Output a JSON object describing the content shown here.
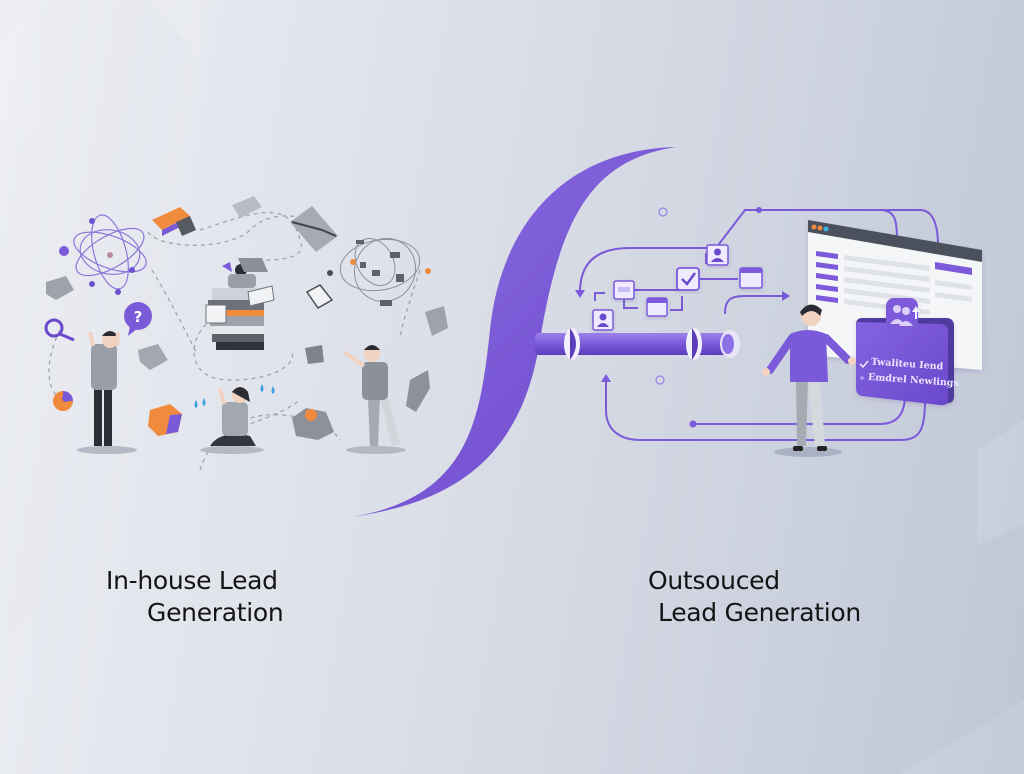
{
  "captions": {
    "left": {
      "line1": "In-house Lead",
      "line2": "Generation"
    },
    "right": {
      "line1": "Outsouced",
      "line2": "Lead Generation"
    }
  },
  "card": {
    "item1": "Twaliteu Iend",
    "item2": "Emdrel Newlings"
  },
  "colors": {
    "accent_purple": "#7b5ad9",
    "accent_orange": "#f08a3c",
    "background": "#dfe2ea",
    "text": "#141414"
  },
  "icons": {
    "left_scene": [
      "atom-orbit-icon",
      "question-bubble-icon",
      "magnifier-icon",
      "envelope-icon",
      "book-stack-icon",
      "tangled-network-icon",
      "sweat-drops-icon",
      "cube-icon",
      "arrow-up-icon"
    ],
    "right_scene": [
      "user-profile-icon",
      "checkbox-icon",
      "calendar-icon",
      "inbox-icon",
      "browser-window-icon",
      "users-upload-icon",
      "pipe-icon"
    ]
  }
}
